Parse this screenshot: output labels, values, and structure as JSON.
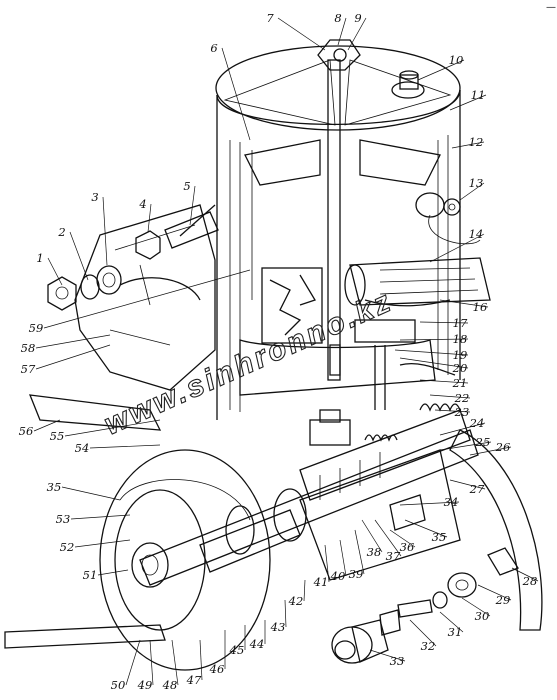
{
  "watermark": "www.sinhronno.kz",
  "corner_mark": "—",
  "callouts": [
    {
      "text": "1"
    },
    {
      "text": "2"
    },
    {
      "text": "3"
    },
    {
      "text": "4"
    },
    {
      "text": "5"
    },
    {
      "text": "6"
    },
    {
      "text": "7"
    },
    {
      "text": "8"
    },
    {
      "text": "9"
    },
    {
      "text": "10"
    },
    {
      "text": "11"
    },
    {
      "text": "12"
    },
    {
      "text": "13"
    },
    {
      "text": "14"
    },
    {
      "text": "16"
    },
    {
      "text": "17"
    },
    {
      "text": "18"
    },
    {
      "text": "19"
    },
    {
      "text": "20"
    },
    {
      "text": "21"
    },
    {
      "text": "22"
    },
    {
      "text": "23"
    },
    {
      "text": "24"
    },
    {
      "text": "25"
    },
    {
      "text": "26"
    },
    {
      "text": "27"
    },
    {
      "text": "28"
    },
    {
      "text": "29"
    },
    {
      "text": "30"
    },
    {
      "text": "31"
    },
    {
      "text": "32"
    },
    {
      "text": "33"
    },
    {
      "text": "34"
    },
    {
      "text": "35"
    },
    {
      "text": "35"
    },
    {
      "text": "36"
    },
    {
      "text": "37"
    },
    {
      "text": "38"
    },
    {
      "text": "39"
    },
    {
      "text": "40"
    },
    {
      "text": "41"
    },
    {
      "text": "42"
    },
    {
      "text": "43"
    },
    {
      "text": "44"
    },
    {
      "text": "45"
    },
    {
      "text": "46"
    },
    {
      "text": "47"
    },
    {
      "text": "48"
    },
    {
      "text": "49"
    },
    {
      "text": "50"
    },
    {
      "text": "51"
    },
    {
      "text": "52"
    },
    {
      "text": "53"
    },
    {
      "text": "54"
    },
    {
      "text": "55"
    },
    {
      "text": "56"
    },
    {
      "text": "57"
    },
    {
      "text": "58"
    },
    {
      "text": "59"
    }
  ]
}
